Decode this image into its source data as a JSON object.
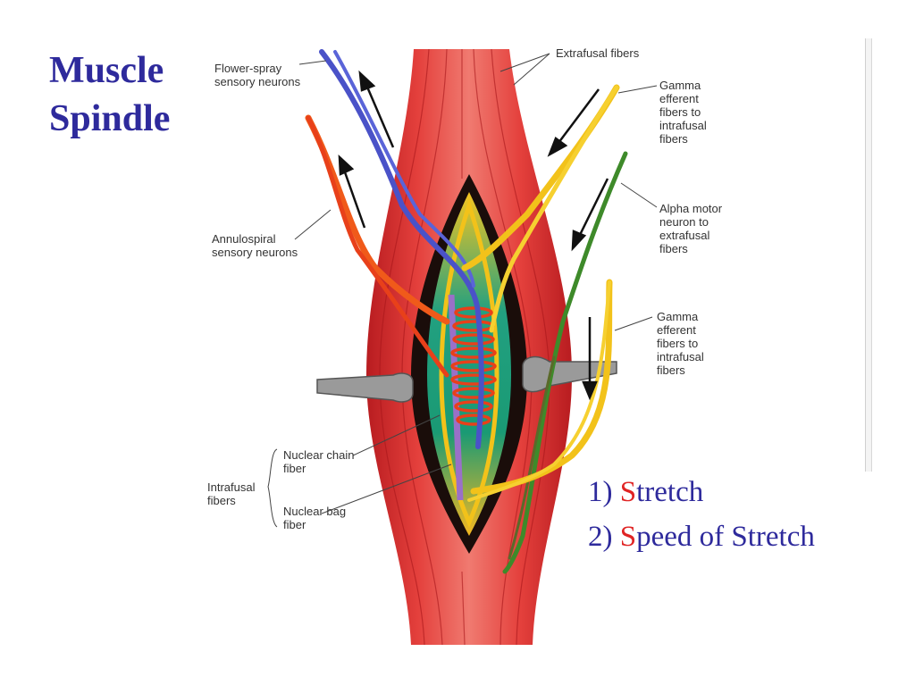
{
  "title": {
    "line1": "Muscle",
    "line2": "Spindle"
  },
  "labels": {
    "flower_spray": "Flower-spray\nsensory neurons",
    "extrafusal": "Extrafusal fibers",
    "gamma_top": "Gamma\nefferent\nfibers to\nintrafusal\nfibers",
    "alpha": "Alpha motor\nneuron to\nextrafusal\nfibers",
    "annulospiral": "Annulospiral\nsensory neurons",
    "gamma_bottom": "Gamma\nefferent\nfibers to\nintrafusal\nfibers",
    "nuclear_chain": "Nuclear chain\nfiber",
    "intrafusal": "Intrafusal\nfibers",
    "nuclear_bag": "Nuclear bag\nfiber"
  },
  "list": {
    "item1_num": "1) ",
    "item1_s": "S",
    "item1_rest": "tretch",
    "item2_num": "2) ",
    "item2_s": "S",
    "item2_rest": "peed of Stretch"
  },
  "colors": {
    "title": "#2e2a9c",
    "highlight": "#e02424",
    "muscle": "#d8282a",
    "sensory_flower": "#4a52c8",
    "sensory_annulo": "#f05a1a",
    "gamma": "#f2c21a",
    "alpha": "#3e8a2a",
    "spindle_core": "#1fa07a"
  }
}
